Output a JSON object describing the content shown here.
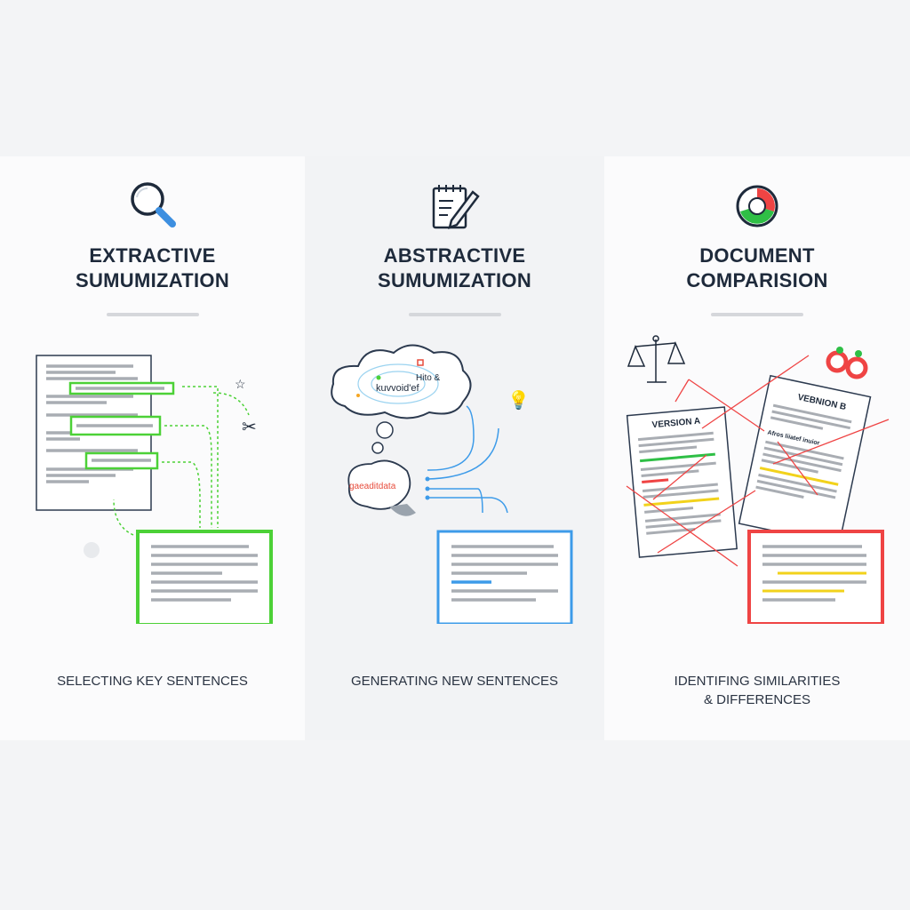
{
  "panels": [
    {
      "title_line1": "EXTRACTIVE",
      "title_line2": "SUMUMIZATION",
      "caption": "SELECTING KEY SENTENCES",
      "icon": "magnifier-icon",
      "accent": "#4cd137"
    },
    {
      "title_line1": "ABSTRACTIVE",
      "title_line2": "SUMUMIZATION",
      "caption": "GENERATING NEW SENTENCES",
      "icon": "notepad-pencil-icon",
      "accent": "#3d9be9",
      "cloud_text1": "Hito &",
      "cloud_text2": "kuvvoid'ef",
      "brain_text": "gaeaditdata"
    },
    {
      "title_line1": "DOCUMENT",
      "title_line2": "COMPARISION",
      "caption_line1": "IDENTIFING SIMILARITIES",
      "caption_line2": "& DIFFERENCES",
      "icon": "pie-chart-icon",
      "accent": "#ef4444",
      "doc_a_label": "VERSION A",
      "doc_b_label": "VEBNION B",
      "doc_b_heading": "Afros liiatef inuior"
    }
  ]
}
